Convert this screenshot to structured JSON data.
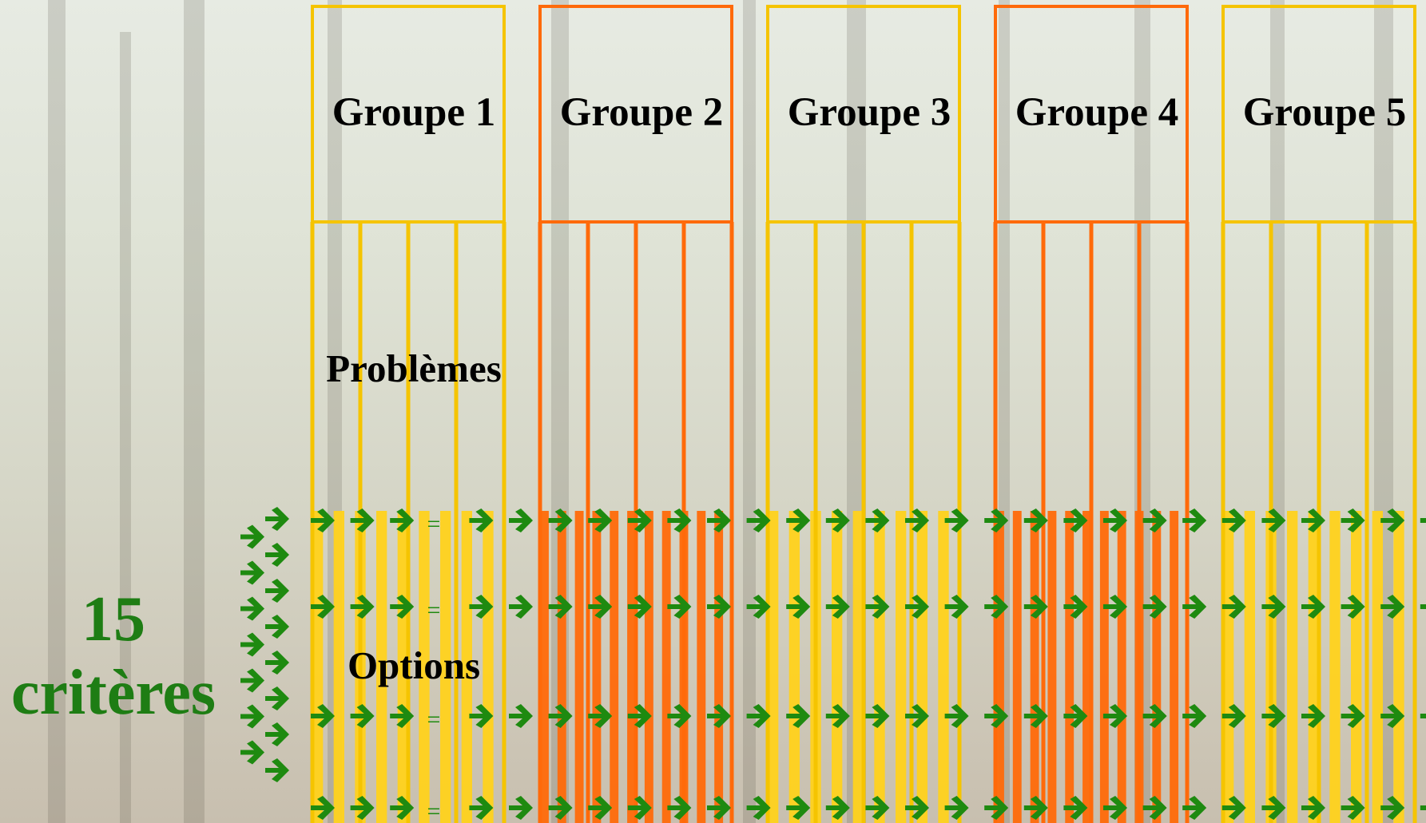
{
  "colors": {
    "yellow": "#f5c400",
    "yellow_fill": "#ffd21c",
    "orange": "#ff6a0a",
    "green": "#1e8a10"
  },
  "groups": [
    {
      "title": "Groupe 1",
      "color": "yellow"
    },
    {
      "title": "Groupe 2",
      "color": "orange"
    },
    {
      "title": "Groupe 3",
      "color": "yellow"
    },
    {
      "title": "Groupe 4",
      "color": "orange"
    },
    {
      "title": "Groupe 5",
      "color": "yellow"
    }
  ],
  "labels": {
    "problems": "Problèmes",
    "options": "Options",
    "criteria_count": "15",
    "criteria_word": "critères",
    "equals": "="
  }
}
